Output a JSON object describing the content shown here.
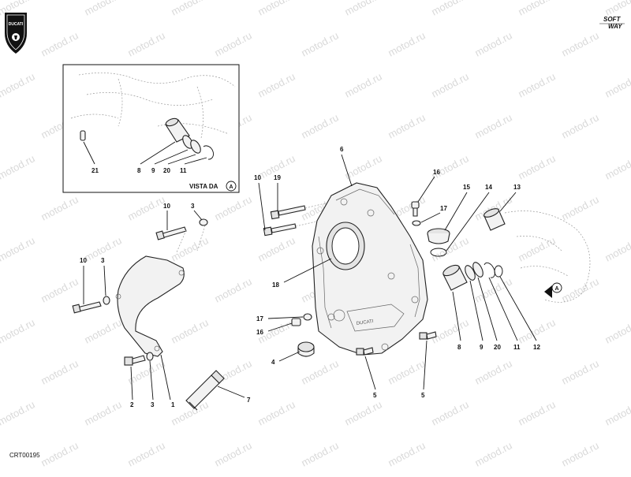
{
  "watermark": "motod.ru",
  "brand": {
    "left_logo": "DUCATI",
    "right_logo_line1": "SOFT",
    "right_logo_line2": "WAY"
  },
  "inset": {
    "caption": "VISTA DA",
    "view_marker": "A"
  },
  "view_marker_main": "A",
  "drawing_code": "CRT00195",
  "callouts": {
    "inset_21": "21",
    "inset_8": "8",
    "inset_9": "9",
    "inset_20": "20",
    "inset_11": "11",
    "c10a": "10",
    "c3a": "3",
    "c10b": "10",
    "c3b": "3",
    "c2": "2",
    "c3c": "3",
    "c1": "1",
    "c7": "7",
    "c10c": "10",
    "c19": "19",
    "c6": "6",
    "c18": "18",
    "c17a": "17",
    "c16a": "16",
    "c4": "4",
    "c5a": "5",
    "c5b": "5",
    "c16b": "16",
    "c17b": "17",
    "c15": "15",
    "c14": "14",
    "c13": "13",
    "c8": "8",
    "c9": "9",
    "c20": "20",
    "c11": "11",
    "c12": "12"
  },
  "icons": {
    "brand_logo": "ducati-shield-icon",
    "soft_way_logo": "softway-logo-icon",
    "view_marker": "view-arrow-icon"
  }
}
